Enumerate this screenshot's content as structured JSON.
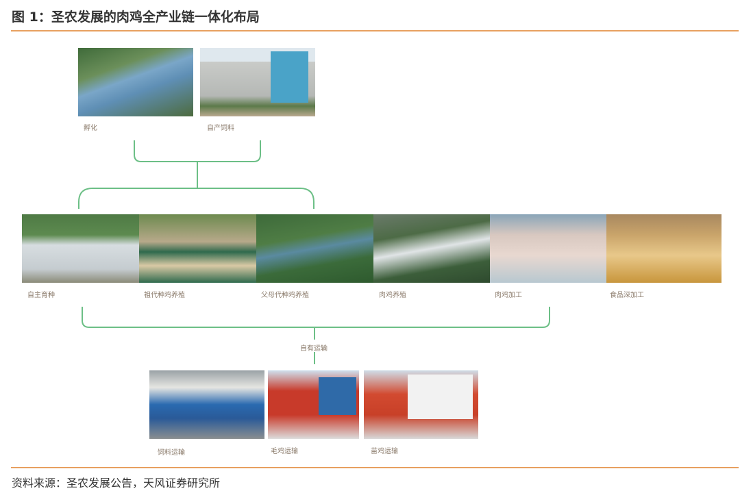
{
  "title": "图 1：圣农发展的肉鸡全产业链一体化布局",
  "top_stages": [
    {
      "label": "孵化"
    },
    {
      "label": "自产饲料"
    }
  ],
  "chain_stages": [
    {
      "label": "自主育种"
    },
    {
      "label": "祖代种鸡养殖"
    },
    {
      "label": "父母代种鸡养殖"
    },
    {
      "label": "肉鸡养殖"
    },
    {
      "label": "肉鸡加工"
    },
    {
      "label": "食品深加工"
    }
  ],
  "transport": {
    "label": "自有运输",
    "items": [
      {
        "label": "饲料运输"
      },
      {
        "label": "毛鸡运输"
      },
      {
        "label": "苗鸡运输"
      }
    ]
  },
  "source": "资料来源：圣农发展公告，天风证券研究所",
  "colors": {
    "accent": "#e8a060",
    "connector": "#6cbf86"
  }
}
